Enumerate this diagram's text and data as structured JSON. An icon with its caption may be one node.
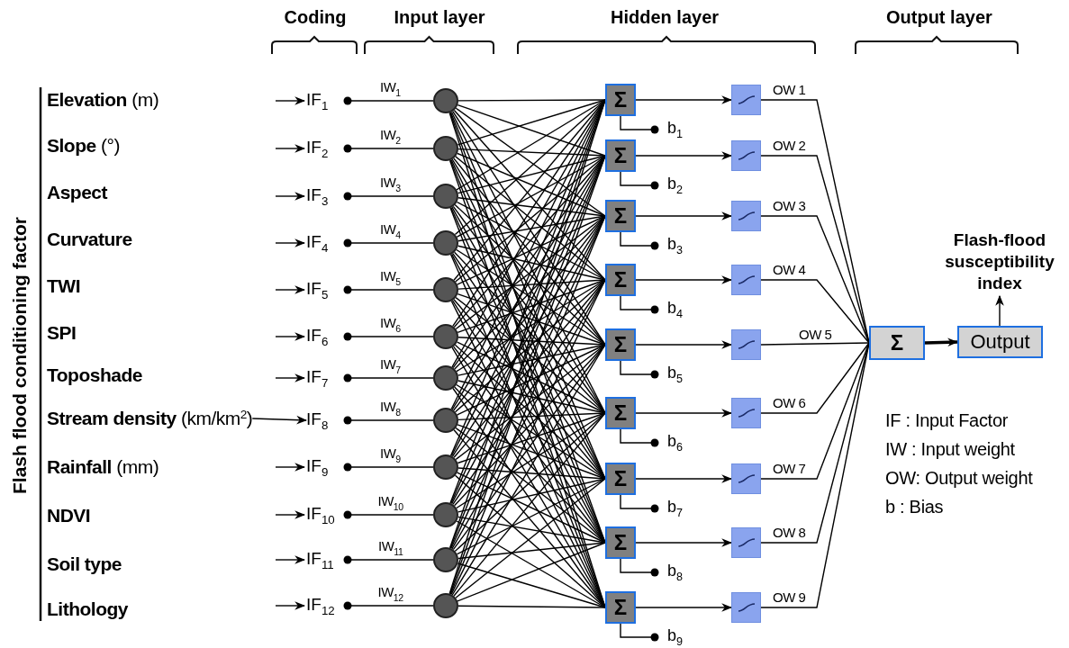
{
  "diagram": {
    "nodes": [
      {
        "text": [
          "**Elevation** (m)"
        ]
      },
      {
        "text": [
          "**Slope** (°)"
        ]
      },
      {
        "text": [
          "Aspect"
        ]
      },
      {
        "text": [
          "Curvature"
        ]
      },
      {
        "text": [
          "TWI"
        ]
      },
      {
        "text": [
          "SPI"
        ]
      },
      {
        "text": [
          "Toposhade"
        ]
      },
      {
        "text": [
          "**Stream density** (km/km$^{2}$)"
        ]
      },
      {
        "text": [
          "**Rainfall** (mm)"
        ]
      },
      {
        "text": [
          "NDVI"
        ]
      },
      {
        "text": [
          "Soil type"
        ]
      },
      {
        "text": [
          "Lithology"
        ]
      },
      {
        "text": [
          "IF$_{1}$"
        ]
      },
      {
        "text": [
          "IF$_{2}$"
        ]
      },
      {
        "text": [
          "IF$_{3}$"
        ]
      },
      {
        "text": [
          "IF$_{4}$"
        ]
      },
      {
        "text": [
          "IF$_{5}$"
        ]
      },
      {
        "text": [
          "IF$_{6}$"
        ]
      },
      {
        "text": [
          "IF$_{7}$"
        ]
      },
      {
        "text": [
          "IF$_{8}$"
        ]
      },
      {
        "text": [
          "IF$_{9}$"
        ]
      },
      {
        "text": [
          "IF$_{10}$"
        ]
      },
      {
        "text": [
          "IF$_{11}$"
        ]
      },
      {
        "text": [
          "IF$_{12}$"
        ]
      },
      {
        "text": [],
        "shape": "circle"
      },
      {
        "text": [],
        "shape": "circle"
      },
      {
        "text": [],
        "shape": "circle"
      },
      {
        "text": [],
        "shape": "circle"
      },
      {
        "text": [],
        "shape": "circle"
      },
      {
        "text": [],
        "shape": "circle"
      },
      {
        "text": [],
        "shape": "circle"
      },
      {
        "text": [],
        "shape": "circle"
      },
      {
        "text": [],
        "shape": "circle"
      },
      {
        "text": [],
        "shape": "circle"
      },
      {
        "text": [],
        "shape": "circle"
      },
      {
        "text": [],
        "shape": "circle"
      },
      {
        "text": [
          "Σ"
        ]
      },
      {
        "text": [
          "Σ"
        ]
      },
      {
        "text": [
          "Σ"
        ]
      },
      {
        "text": [
          "Σ"
        ]
      },
      {
        "text": [
          "Σ"
        ]
      },
      {
        "text": [
          "Σ"
        ]
      },
      {
        "text": [
          "Σ"
        ]
      },
      {
        "text": [
          "Σ"
        ]
      },
      {
        "text": [
          "Σ"
        ]
      },
      {
        "text": [
          "b$_{1}$"
        ]
      },
      {
        "text": [
          "b$_{2}$"
        ]
      },
      {
        "text": [
          "b$_{3}$"
        ]
      },
      {
        "text": [
          "b$_{4}$"
        ]
      },
      {
        "text": [
          "b$_{5}$"
        ]
      },
      {
        "text": [
          "b$_{6}$"
        ]
      },
      {
        "text": [
          "b$_{7}$"
        ]
      },
      {
        "text": [
          "b$_{8}$"
        ]
      },
      {
        "text": [
          "b$_{9}$"
        ]
      },
      {
        "text": [],
        "shape": "box"
      },
      {
        "text": [],
        "shape": "box"
      },
      {
        "text": [],
        "shape": "box"
      },
      {
        "text": [],
        "shape": "box"
      },
      {
        "text": [],
        "shape": "box"
      },
      {
        "text": [],
        "shape": "box"
      },
      {
        "text": [],
        "shape": "box"
      },
      {
        "text": [],
        "shape": "box"
      },
      {
        "text": [],
        "shape": "box"
      },
      {
        "text": [
          "Σ"
        ]
      },
      {
        "text": [
          "Output"
        ]
      },
      {
        "text": [
          "Flash-flood susceptibility index"
        ]
      }
    ],
    "edges": [
      {
        "from": null,
        "to": 12,
        "arrow": "to"
      },
      {
        "from": null,
        "to": 13,
        "arrow": "to"
      },
      {
        "from": null,
        "to": 14,
        "arrow": "to"
      },
      {
        "from": null,
        "to": 15,
        "arrow": "to"
      },
      {
        "from": null,
        "to": 16,
        "arrow": "to"
      },
      {
        "from": null,
        "to": 17,
        "arrow": "to"
      },
      {
        "from": null,
        "to": 18,
        "arrow": "to"
      },
      {
        "from": 7,
        "to": 19,
        "arrow": "to"
      },
      {
        "from": null,
        "to": 20,
        "arrow": "to"
      },
      {
        "from": null,
        "to": 21,
        "arrow": "to"
      },
      {
        "from": null,
        "to": 22,
        "arrow": "to"
      },
      {
        "from": null,
        "to": 23,
        "arrow": "to"
      },
      {
        "from": 12,
        "to": 24,
        "arrow": "other",
        "label": "IW$_{1}$"
      },
      {
        "from": 13,
        "to": 25,
        "arrow": "other",
        "label": "IW$_{2}$"
      },
      {
        "from": 14,
        "to": 26,
        "arrow": "other",
        "label": "IW$_{3}$"
      },
      {
        "from": 15,
        "to": 27,
        "arrow": "other",
        "label": "IW$_{4}$"
      },
      {
        "from": 16,
        "to": 28,
        "arrow": "other",
        "label": "IW$_{5}$"
      },
      {
        "from": 17,
        "to": 29,
        "arrow": "other",
        "label": "IW$_{6}$"
      },
      {
        "from": 18,
        "to": 30,
        "arrow": "other",
        "label": "IW$_{7}$"
      },
      {
        "from": 19,
        "to": 31,
        "arrow": "other",
        "label": "IW$_{8}$"
      },
      {
        "from": 20,
        "to": 32,
        "arrow": "other",
        "label": "IW$_{9}$"
      },
      {
        "from": 21,
        "to": 33,
        "arrow": "other",
        "label": "IW$_{10}$"
      },
      {
        "from": 22,
        "to": 34,
        "arrow": "other",
        "label": "IW$_{11}$"
      },
      {
        "from": 23,
        "to": 35,
        "arrow": "other",
        "label": "IW$_{12}$"
      },
      {
        "from": 24,
        "to": 36,
        "arrow": "none"
      },
      {
        "from": 24,
        "to": 37,
        "arrow": "none"
      },
      {
        "from": 24,
        "to": 38,
        "arrow": "none"
      },
      {
        "from": 24,
        "to": 39,
        "arrow": "none"
      },
      {
        "from": 24,
        "to": 40,
        "arrow": "none"
      },
      {
        "from": 24,
        "to": 41,
        "arrow": "none"
      },
      {
        "from": 24,
        "to": 42,
        "arrow": "none"
      },
      {
        "from": 24,
        "to": 43,
        "arrow": "none"
      },
      {
        "from": 24,
        "to": 44,
        "arrow": "none"
      },
      {
        "from": 25,
        "to": 36,
        "arrow": "none"
      },
      {
        "from": 25,
        "to": 37,
        "arrow": "none"
      },
      {
        "from": 25,
        "to": 38,
        "arrow": "none"
      },
      {
        "from": 25,
        "to": 39,
        "arrow": "none"
      },
      {
        "from": 25,
        "to": 40,
        "arrow": "none"
      },
      {
        "from": 25,
        "to": 41,
        "arrow": "none"
      },
      {
        "from": 25,
        "to": 42,
        "arrow": "none"
      },
      {
        "from": 25,
        "to": 43,
        "arrow": "none"
      },
      {
        "from": 25,
        "to": 44,
        "arrow": "none"
      },
      {
        "from": 26,
        "to": 36,
        "arrow": "none"
      },
      {
        "from": 26,
        "to": 37,
        "arrow": "none"
      },
      {
        "from": 26,
        "to": 38,
        "arrow": "none"
      },
      {
        "from": 26,
        "to": 39,
        "arrow": "none"
      },
      {
        "from": 26,
        "to": 40,
        "arrow": "none"
      },
      {
        "from": 26,
        "to": 41,
        "arrow": "none"
      },
      {
        "from": 26,
        "to": 42,
        "arrow": "none"
      },
      {
        "from": 26,
        "to": 43,
        "arrow": "none"
      },
      {
        "from": 26,
        "to": 44,
        "arrow": "none"
      },
      {
        "from": 27,
        "to": 36,
        "arrow": "none"
      },
      {
        "from": 27,
        "to": 37,
        "arrow": "none"
      },
      {
        "from": 27,
        "to": 38,
        "arrow": "none"
      },
      {
        "from": 27,
        "to": 39,
        "arrow": "none"
      },
      {
        "from": 27,
        "to": 40,
        "arrow": "none"
      },
      {
        "from": 27,
        "to": 41,
        "arrow": "none"
      },
      {
        "from": 27,
        "to": 42,
        "arrow": "none"
      },
      {
        "from": 27,
        "to": 43,
        "arrow": "none"
      },
      {
        "from": 27,
        "to": 44,
        "arrow": "none"
      },
      {
        "from": 28,
        "to": 36,
        "arrow": "none"
      },
      {
        "from": 28,
        "to": 37,
        "arrow": "none"
      },
      {
        "from": 28,
        "to": 38,
        "arrow": "none"
      },
      {
        "from": 28,
        "to": 39,
        "arrow": "none"
      },
      {
        "from": 28,
        "to": 40,
        "arrow": "none"
      },
      {
        "from": 28,
        "to": 41,
        "arrow": "none"
      },
      {
        "from": 28,
        "to": 42,
        "arrow": "none"
      },
      {
        "from": 28,
        "to": 43,
        "arrow": "none"
      },
      {
        "from": 28,
        "to": 44,
        "arrow": "none"
      },
      {
        "from": 29,
        "to": 36,
        "arrow": "none"
      },
      {
        "from": 29,
        "to": 37,
        "arrow": "none"
      },
      {
        "from": 29,
        "to": 38,
        "arrow": "none"
      },
      {
        "from": 29,
        "to": 39,
        "arrow": "none"
      },
      {
        "from": 29,
        "to": 40,
        "arrow": "none"
      },
      {
        "from": 29,
        "to": 41,
        "arrow": "none"
      },
      {
        "from": 29,
        "to": 42,
        "arrow": "none"
      },
      {
        "from": 29,
        "to": 43,
        "arrow": "none"
      },
      {
        "from": 29,
        "to": 44,
        "arrow": "none"
      },
      {
        "from": 30,
        "to": 36,
        "arrow": "none"
      },
      {
        "from": 30,
        "to": 37,
        "arrow": "none"
      },
      {
        "from": 30,
        "to": 38,
        "arrow": "none"
      },
      {
        "from": 30,
        "to": 39,
        "arrow": "none"
      },
      {
        "from": 30,
        "to": 40,
        "arrow": "none"
      },
      {
        "from": 30,
        "to": 41,
        "arrow": "none"
      },
      {
        "from": 30,
        "to": 42,
        "arrow": "none"
      },
      {
        "from": 30,
        "to": 43,
        "arrow": "none"
      },
      {
        "from": 30,
        "to": 44,
        "arrow": "none"
      },
      {
        "from": 31,
        "to": 36,
        "arrow": "none"
      },
      {
        "from": 31,
        "to": 37,
        "arrow": "none"
      },
      {
        "from": 31,
        "to": 38,
        "arrow": "none"
      },
      {
        "from": 31,
        "to": 39,
        "arrow": "none"
      },
      {
        "from": 31,
        "to": 40,
        "arrow": "none"
      },
      {
        "from": 31,
        "to": 41,
        "arrow": "none"
      },
      {
        "from": 31,
        "to": 42,
        "arrow": "none"
      },
      {
        "from": 31,
        "to": 43,
        "arrow": "none"
      },
      {
        "from": 31,
        "to": 44,
        "arrow": "none"
      },
      {
        "from": 32,
        "to": 36,
        "arrow": "none"
      },
      {
        "from": 32,
        "to": 37,
        "arrow": "none"
      },
      {
        "from": 32,
        "to": 38,
        "arrow": "none"
      },
      {
        "from": 32,
        "to": 39,
        "arrow": "none"
      },
      {
        "from": 32,
        "to": 40,
        "arrow": "none"
      },
      {
        "from": 32,
        "to": 41,
        "arrow": "none"
      },
      {
        "from": 32,
        "to": 42,
        "arrow": "none"
      },
      {
        "from": 32,
        "to": 43,
        "arrow": "none"
      },
      {
        "from": 32,
        "to": 44,
        "arrow": "none"
      },
      {
        "from": 33,
        "to": 36,
        "arrow": "none"
      },
      {
        "from": 33,
        "to": 37,
        "arrow": "none"
      },
      {
        "from": 33,
        "to": 38,
        "arrow": "none"
      },
      {
        "from": 33,
        "to": 39,
        "arrow": "none"
      },
      {
        "from": 33,
        "to": 40,
        "arrow": "none"
      },
      {
        "from": 33,
        "to": 41,
        "arrow": "none"
      },
      {
        "from": 33,
        "to": 42,
        "arrow": "none"
      },
      {
        "from": 33,
        "to": 43,
        "arrow": "none"
      },
      {
        "from": 33,
        "to": 44,
        "arrow": "none"
      },
      {
        "from": 34,
        "to": 36,
        "arrow": "none"
      },
      {
        "from": 34,
        "to": 37,
        "arrow": "none"
      },
      {
        "from": 34,
        "to": 38,
        "arrow": "none"
      },
      {
        "from": 34,
        "to": 39,
        "arrow": "none"
      },
      {
        "from": 34,
        "to": 40,
        "arrow": "none"
      },
      {
        "from": 34,
        "to": 41,
        "arrow": "none"
      },
      {
        "from": 34,
        "to": 42,
        "arrow": "none"
      },
      {
        "from": 34,
        "to": 43,
        "arrow": "none"
      },
      {
        "from": 34,
        "to": 44,
        "arrow": "none"
      },
      {
        "from": 35,
        "to": 36,
        "arrow": "none"
      },
      {
        "from": 35,
        "to": 37,
        "arrow": "none"
      },
      {
        "from": 35,
        "to": 38,
        "arrow": "none"
      },
      {
        "from": 35,
        "to": 39,
        "arrow": "none"
      },
      {
        "from": 35,
        "to": 40,
        "arrow": "none"
      },
      {
        "from": 35,
        "to": 41,
        "arrow": "none"
      },
      {
        "from": 35,
        "to": 42,
        "arrow": "none"
      },
      {
        "from": 35,
        "to": 43,
        "arrow": "none"
      },
      {
        "from": 35,
        "to": 44,
        "arrow": "none"
      },
      {
        "from": 36,
        "to": 45,
        "arrow": "other"
      },
      {
        "from": 37,
        "to": 46,
        "arrow": "other"
      },
      {
        "from": 38,
        "to": 47,
        "arrow": "other"
      },
      {
        "from": 39,
        "to": 48,
        "arrow": "other"
      },
      {
        "from": 40,
        "to": 49,
        "arrow": "other"
      },
      {
        "from": 41,
        "to": 50,
        "arrow": "other"
      },
      {
        "from": 42,
        "to": 51,
        "arrow": "other"
      },
      {
        "from": 43,
        "to": 52,
        "arrow": "other"
      },
      {
        "from": 44,
        "to": 53,
        "arrow": "other"
      },
      {
        "from": 36,
        "to": 54,
        "arrow": "to"
      },
      {
        "from": 37,
        "to": 55,
        "arrow": "to"
      },
      {
        "from": 38,
        "to": 56,
        "arrow": "to"
      },
      {
        "from": 39,
        "to": 57,
        "arrow": "to"
      },
      {
        "from": 40,
        "to": 58,
        "arrow": "to"
      },
      {
        "from": 41,
        "to": 59,
        "arrow": "to"
      },
      {
        "from": 42,
        "to": 60,
        "arrow": "to"
      },
      {
        "from": 43,
        "to": 61,
        "arrow": "to"
      },
      {
        "from": 44,
        "to": 62,
        "arrow": "to"
      },
      {
        "from": 54,
        "to": 63,
        "arrow": "none",
        "label": "OW 1"
      },
      {
        "from": 55,
        "to": 63,
        "arrow": "none",
        "label": "OW 2"
      },
      {
        "from": 56,
        "to": 63,
        "arrow": "none",
        "label": "OW 3"
      },
      {
        "from": 57,
        "to": 63,
        "arrow": "none",
        "label": "OW 4"
      },
      {
        "from": 58,
        "to": 63,
        "arrow": "none",
        "label": "OW 5"
      },
      {
        "from": 59,
        "to": 63,
        "arrow": "none",
        "label": "OW 6"
      },
      {
        "from": 60,
        "to": 63,
        "arrow": "none",
        "label": "OW 7"
      },
      {
        "from": 61,
        "to": 63,
        "arrow": "none",
        "label": "OW 8"
      },
      {
        "from": 62,
        "to": 63,
        "arrow": "none",
        "label": "OW 9"
      },
      {
        "from": 63,
        "to": 64,
        "arrow": "to",
        "style": "thick"
      },
      {
        "from": 64,
        "to": 65,
        "arrow": "to"
      }
    ],
    "labels": [
      "Coding",
      "Input layer",
      "Hidden layer",
      "Output layer",
      "Flash flood conditioning factor"
    ],
    "legend": [
      {
        "text": "IF : Input Factor"
      },
      {
        "text": "IW : Input weight"
      },
      {
        "text": "OW: Output weight"
      },
      {
        "text": "b : Bias"
      }
    ]
  }
}
